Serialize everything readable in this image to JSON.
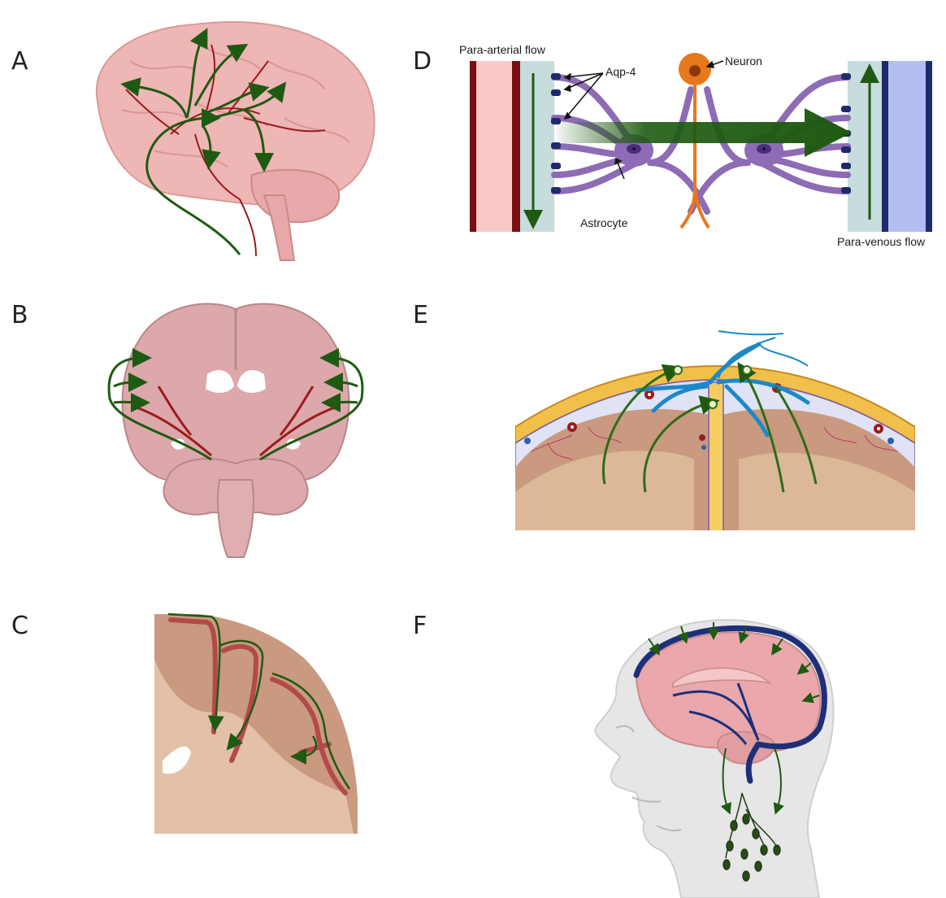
{
  "panels": {
    "a": {
      "letter": "A"
    },
    "b": {
      "letter": "B"
    },
    "c": {
      "letter": "C"
    },
    "d": {
      "letter": "D",
      "labels": {
        "para_arterial": "Para-arterial flow",
        "aqp4": "Aqp-4",
        "neuron": "Neuron",
        "astrocyte": "Astrocyte",
        "para_venous": "Para-venous flow"
      }
    },
    "e": {
      "letter": "E"
    },
    "f": {
      "letter": "F"
    }
  },
  "colors": {
    "flow_arrow": "#1f5a12",
    "artery": "#9b1b1b",
    "vein": "#1e2f7a",
    "brain_pink": "#eeb7b9",
    "cortex_brown": "#b88a72",
    "astrocyte": "#8d6bb5",
    "neuron": "#e8781c"
  }
}
